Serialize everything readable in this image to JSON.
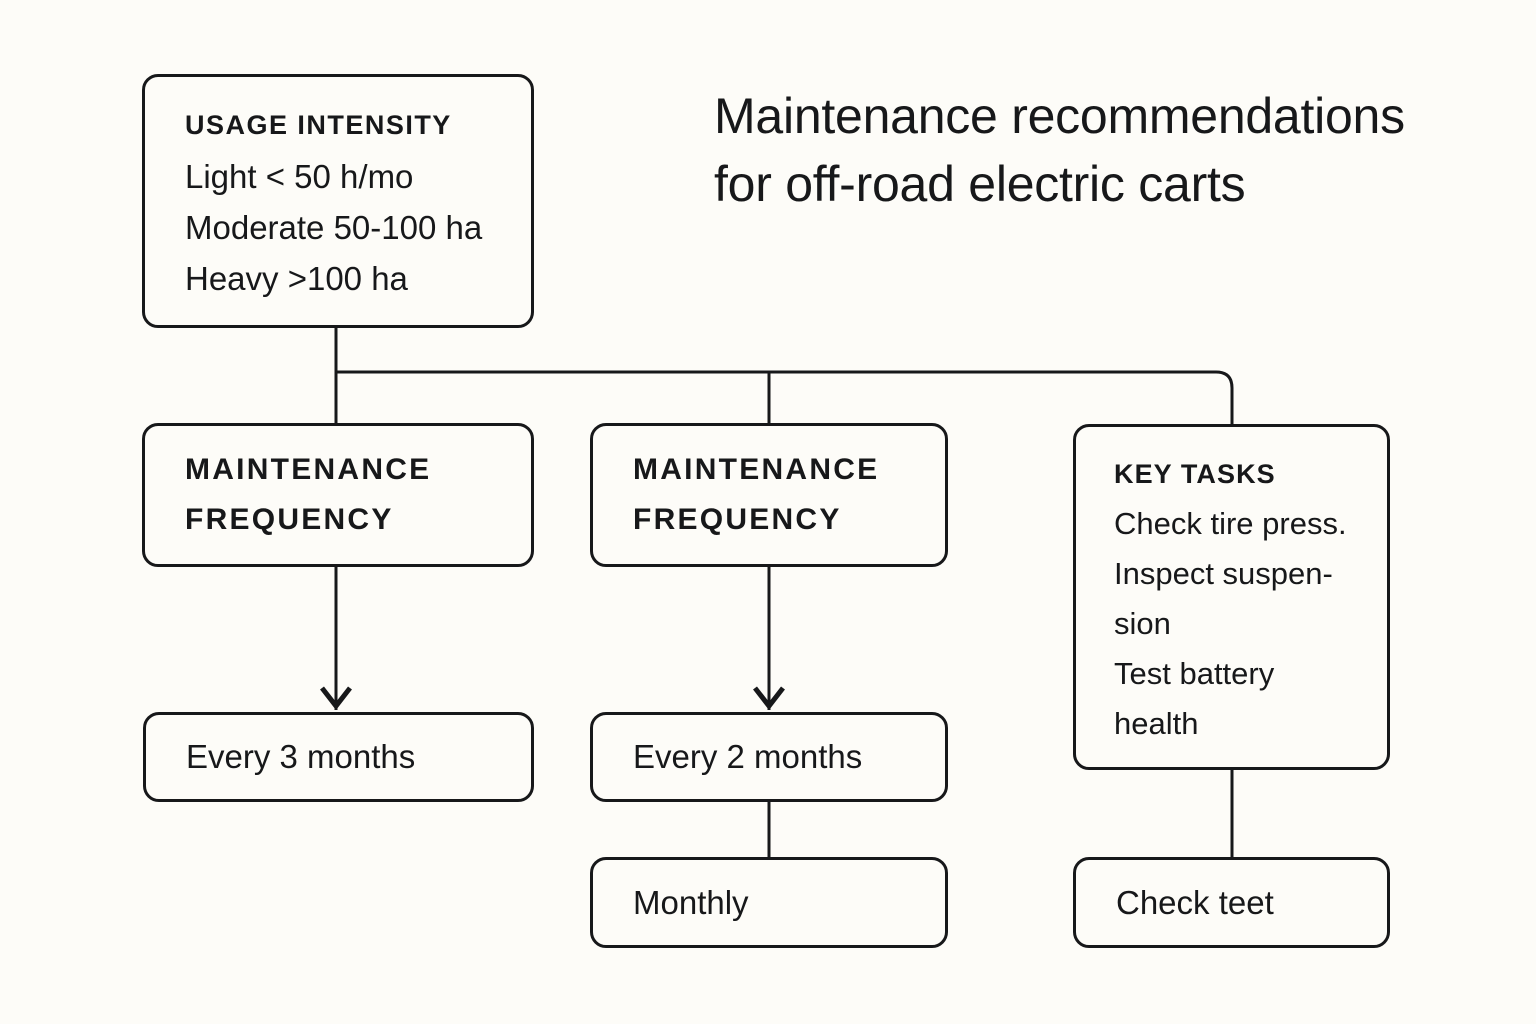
{
  "title": {
    "line1": "Maintenance recommendations",
    "line2": "for off-road electric carts"
  },
  "nodes": {
    "usage_intensity": {
      "heading": "USAGE INTENSITY",
      "lines": [
        "Light < 50 h/mo",
        "Moderate 50-100 ha",
        "Heavy >100 ha"
      ]
    },
    "frequency_left": {
      "heading_line1": "MAINTENANCE",
      "heading_line2": "FREQUENCY"
    },
    "frequency_middle": {
      "heading_line1": "MAINTENANCE",
      "heading_line2": "FREQUENCY"
    },
    "key_tasks": {
      "heading": "KEY TASKS",
      "lines": [
        "Check tire press.",
        "Inspect suspen-",
        "sion",
        "Test battery",
        "health"
      ]
    },
    "every_3_months": {
      "label": "Every 3 months"
    },
    "every_2_months": {
      "label": "Every 2 months"
    },
    "monthly": {
      "label": "Monthly"
    },
    "check_teet": {
      "label": "Check teet"
    }
  },
  "style": {
    "background": "#fdfcf8",
    "stroke": "#17181a",
    "text": "#17181a"
  }
}
